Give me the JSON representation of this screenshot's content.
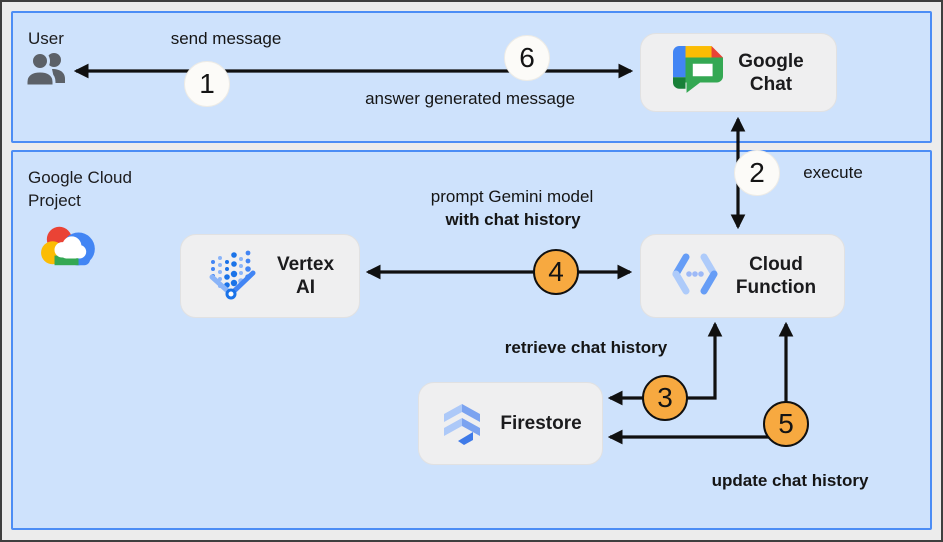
{
  "zones": {
    "user": {
      "label": "User"
    },
    "gcp": {
      "label_line1": "Google Cloud",
      "label_line2": "Project"
    }
  },
  "nodes": {
    "google_chat": {
      "line1": "Google",
      "line2": "Chat"
    },
    "vertex_ai": {
      "line1": "Vertex",
      "line2": "AI"
    },
    "cloud_function": {
      "line1": "Cloud",
      "line2": "Function"
    },
    "firestore": {
      "label": "Firestore"
    }
  },
  "labels": {
    "send_message": "send message",
    "answer_generated": "answer generated message",
    "execute": "execute",
    "prompt_line1": "prompt Gemini model",
    "prompt_line2": "with chat history",
    "retrieve": "retrieve chat history",
    "update": "update chat history"
  },
  "steps": {
    "s1": {
      "num": "1"
    },
    "s2": {
      "num": "2"
    },
    "s3": {
      "num": "3"
    },
    "s4": {
      "num": "4"
    },
    "s5": {
      "num": "5"
    },
    "s6": {
      "num": "6"
    }
  },
  "icons": {
    "user": "people-icon",
    "gcp": "google-cloud-icon",
    "google_chat": "google-chat-icon",
    "vertex_ai": "vertex-ai-icon",
    "cloud_function": "cloud-function-icon",
    "firestore": "firestore-icon"
  },
  "colors": {
    "zone_fill": "#cee2fc",
    "zone_border": "#4c8df5",
    "node_fill": "#efeff0",
    "arrow": "#101010",
    "badge_light": "#fcfbf8",
    "badge_orange": "#f7a940",
    "google_blue": "#4285f4",
    "google_red": "#ea4335",
    "google_yellow": "#fbbc04",
    "google_green": "#34a853"
  }
}
